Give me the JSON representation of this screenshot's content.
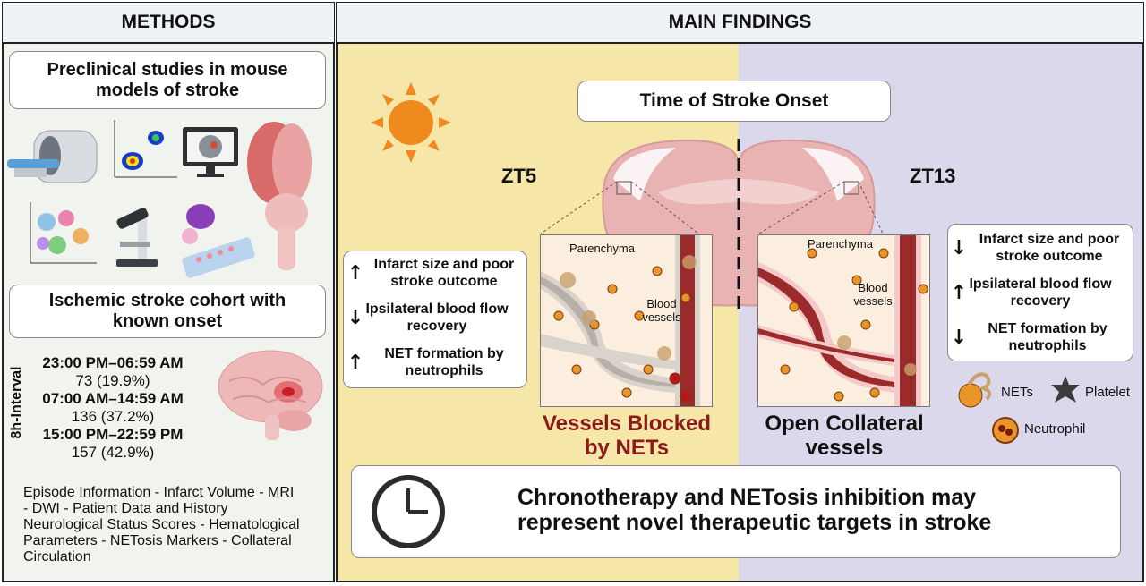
{
  "methods": {
    "header": "METHODS",
    "preclinical_title": "Preclinical studies in mouse models of stroke",
    "cohort_title": "Ischemic stroke cohort with known onset",
    "interval_label": "8h-Interval",
    "intervals": [
      {
        "time": "23:00 PM–06:59 AM",
        "count": "73 (19.9%)"
      },
      {
        "time": "07:00 AM–14:59 AM",
        "count": "136 (37.2%)"
      },
      {
        "time": "15:00 PM–22:59 PM",
        "count": "157 (42.9%)"
      }
    ],
    "variables": "Episode Information - Infarct Volume - MRI - DWI - Patient Data and History Neurological Status Scores - Hematological Parameters - NETosis Markers - Collateral Circulation"
  },
  "findings": {
    "header": "MAIN FINDINGS",
    "onset_title": "Time of Stroke Onset",
    "day_label": "ZT5",
    "night_label": "ZT13",
    "day_effects": [
      {
        "arrow": "↑",
        "text": "Infarct size and poor stroke outcome"
      },
      {
        "arrow": "↓",
        "text": "Ipsilateral blood flow recovery"
      },
      {
        "arrow": "↑",
        "text": "NET formation by neutrophils"
      }
    ],
    "night_effects": [
      {
        "arrow": "↓",
        "text": "Infarct size and poor stroke outcome"
      },
      {
        "arrow": "↑",
        "text": "Ipsilateral blood flow recovery"
      },
      {
        "arrow": "↓",
        "text": "NET formation by neutrophils"
      }
    ],
    "parenchyma_label": "Parenchyma",
    "vessels_label": "Blood vessels",
    "day_caption": "Vessels Blocked by NETs",
    "night_caption": "Open Collateral vessels",
    "legend": {
      "nets": "NETs",
      "platelet": "Platelet",
      "neutrophil": "Neutrophil"
    },
    "conclusion": "Chronotherapy and NETosis inhibition may represent novel therapeutic targets in stroke"
  },
  "colors": {
    "day_bg": "#f6e6a8",
    "night_bg": "#dcd8ec",
    "sun": "#ef8a1e",
    "moon": "#1f2a8a",
    "blocked_caption": "#8b1a1a",
    "vessel_red": "#9b2b2b"
  }
}
